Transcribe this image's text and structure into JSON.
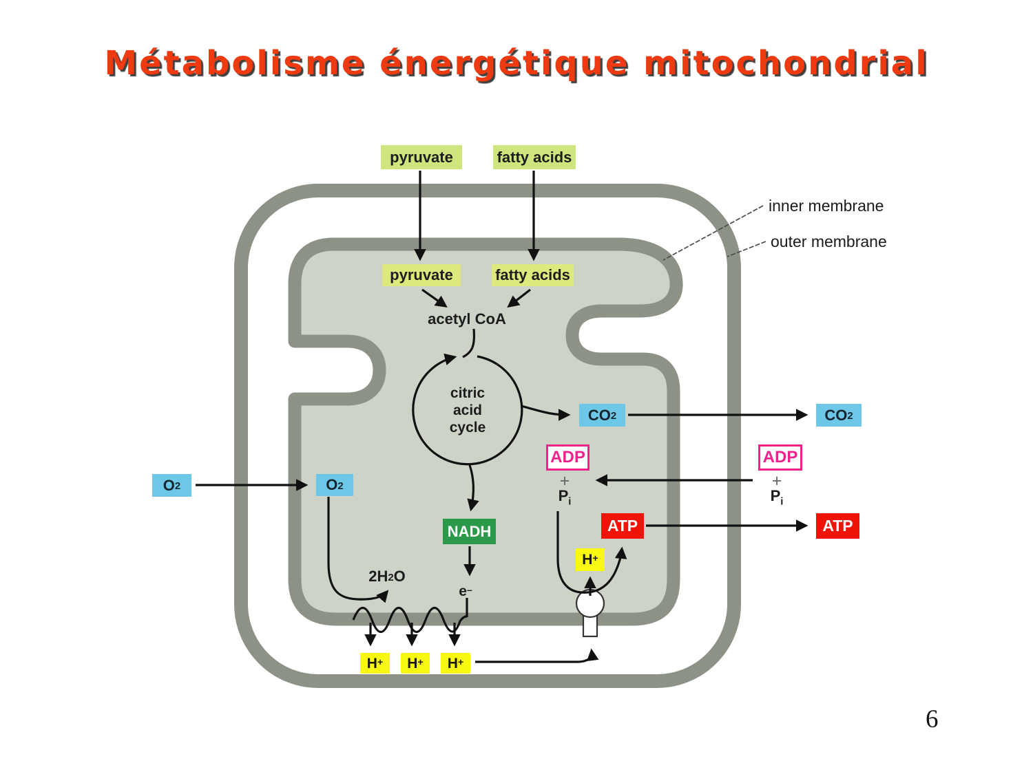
{
  "slide": {
    "title": "Métabolisme énergétique mitochondrial",
    "page_number": "6"
  },
  "colors": {
    "title": "#ee3a10",
    "membrane": "#8d9286",
    "matrix": "#cdd3c6",
    "substrate_box": "#cfe57d",
    "substrate_box_inner": "#dde97d",
    "gas_box": "#6cc8e6",
    "adp_accent": "#f0218b",
    "atp_red": "#ee1408",
    "nadh_green": "#2a9a4a",
    "proton_yellow": "#f8f812"
  },
  "diagram": {
    "membrane_labels": {
      "inner": "inner membrane",
      "outer": "outer membrane"
    },
    "outside": {
      "pyruvate": "pyruvate",
      "fatty_acids": "fatty acids",
      "co2": {
        "main": "CO",
        "sub": "2"
      },
      "adp": "ADP",
      "plus": "+",
      "pi": {
        "main": "P",
        "sub": "i"
      },
      "atp": "ATP",
      "o2": {
        "main": "O",
        "sub": "2"
      }
    },
    "inside": {
      "pyruvate": "pyruvate",
      "fatty_acids": "fatty acids",
      "acetyl_coa": "acetyl CoA",
      "cycle_line1": "citric",
      "cycle_line2": "acid",
      "cycle_line3": "cycle",
      "co2": {
        "main": "CO",
        "sub": "2"
      },
      "adp": "ADP",
      "plus": "+",
      "pi": {
        "main": "P",
        "sub": "i"
      },
      "atp": "ATP",
      "o2": {
        "main": "O",
        "sub": "2"
      },
      "nadh": "NADH",
      "water": {
        "pre": "2H",
        "sub": "2",
        "post": "O"
      },
      "electron": {
        "main": "e",
        "sup": "–"
      }
    },
    "protons": {
      "main": "H",
      "sup": "+"
    }
  }
}
